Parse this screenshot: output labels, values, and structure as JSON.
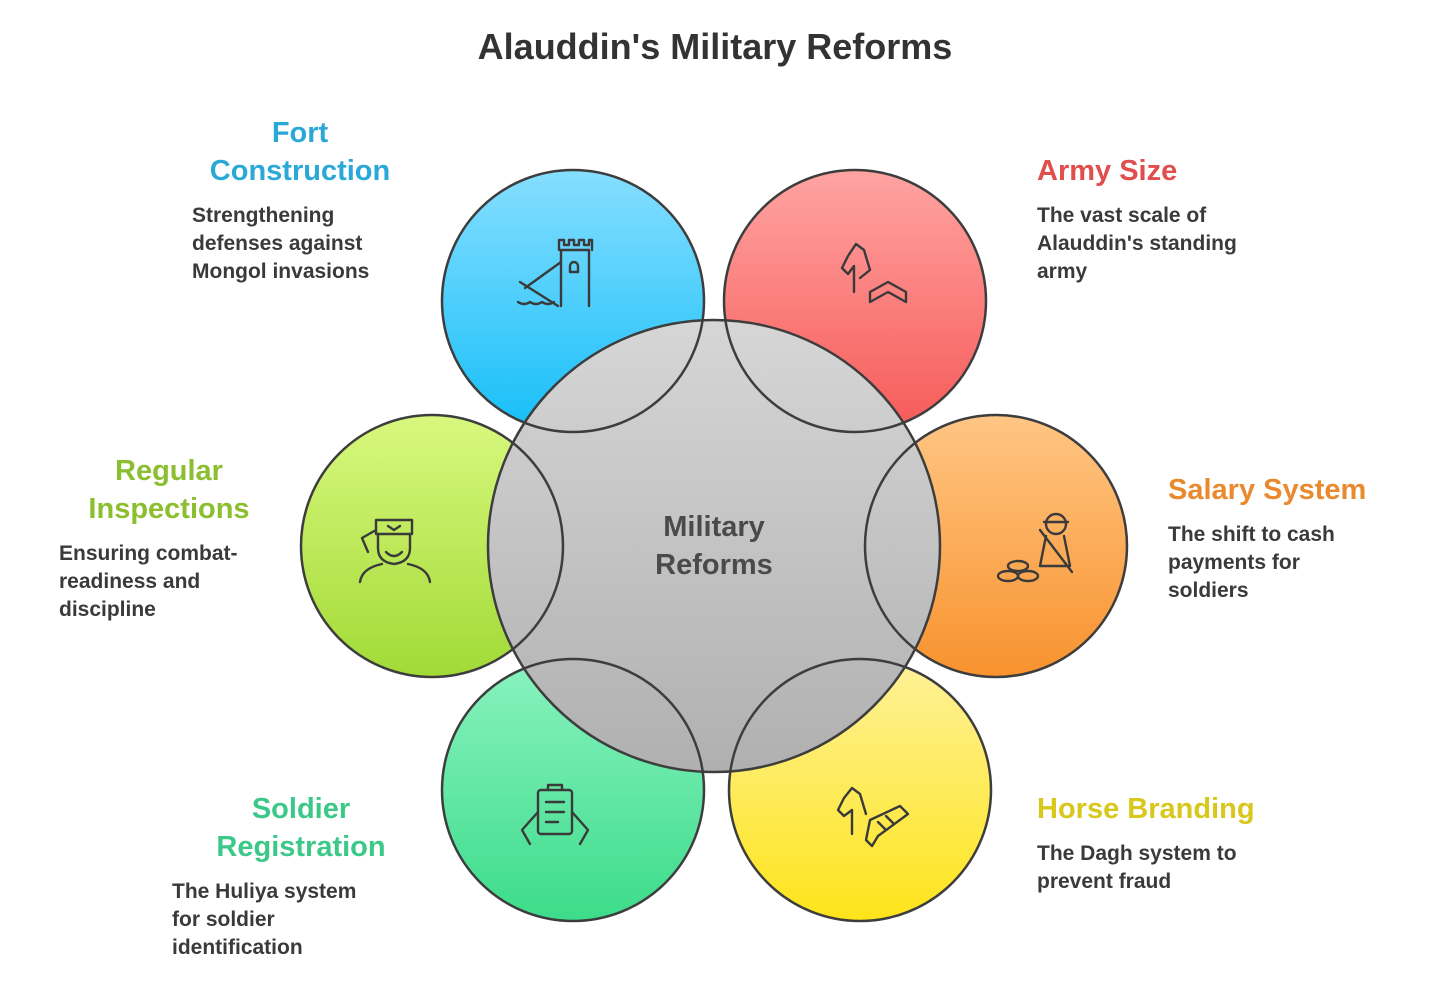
{
  "title": "Alauddin's Military Reforms",
  "center": {
    "label_line1": "Military",
    "label_line2": "Reforms"
  },
  "items": [
    {
      "key": "fort",
      "head1": "Fort",
      "head2": "Construction",
      "desc1": "Strengthening",
      "desc2": "defenses against",
      "desc3": "Mongol invasions",
      "color": "#2aa8d8",
      "icon": "castle-icon"
    },
    {
      "key": "army",
      "head1": "Army Size",
      "head2": "",
      "desc1": "The vast scale of",
      "desc2": "Alauddin's standing",
      "desc3": "army",
      "color": "#e04e4e",
      "icon": "horse-chevron-icon"
    },
    {
      "key": "salary",
      "head1": "Salary System",
      "head2": "",
      "desc1": "The shift to cash",
      "desc2": "payments for",
      "desc3": "soldiers",
      "color": "#ea8a2e",
      "icon": "soldier-coins-icon"
    },
    {
      "key": "horse",
      "head1": "Horse Branding",
      "head2": "",
      "desc1": "The Dagh system to",
      "desc2": "prevent fraud",
      "desc3": "",
      "color": "#d9c81c",
      "icon": "horse-brand-icon"
    },
    {
      "key": "soldier",
      "head1": "Soldier",
      "head2": "Registration",
      "desc1": "The Huliya system",
      "desc2": "for soldier",
      "desc3": "identification",
      "color": "#3cc889",
      "icon": "clipboard-hands-icon"
    },
    {
      "key": "regular",
      "head1": "Regular",
      "head2": "Inspections",
      "desc1": "Ensuring combat-",
      "desc2": "readiness and",
      "desc3": "discipline",
      "color": "#8cbf30",
      "icon": "saluting-soldier-icon"
    }
  ]
}
